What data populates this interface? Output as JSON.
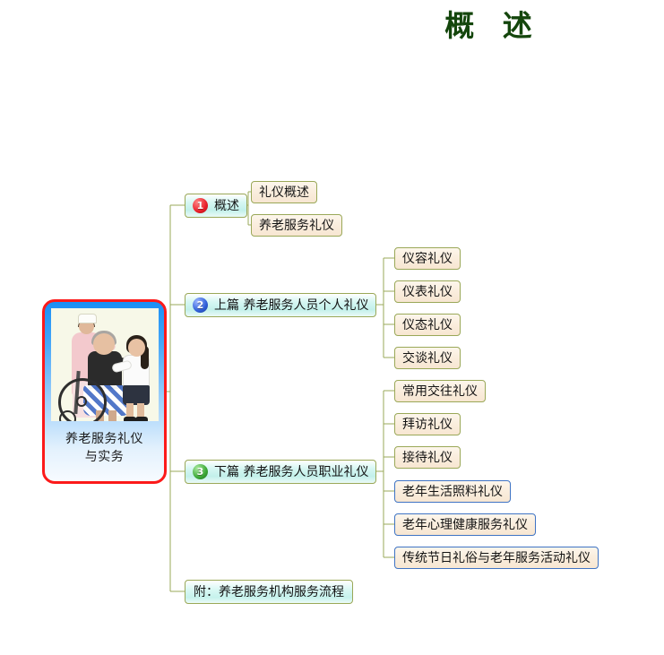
{
  "page": {
    "title": "概 述",
    "title_color": "#14460c",
    "background": "#ffffff"
  },
  "mindmap": {
    "central": {
      "label_line1": "养老服务礼仪",
      "label_line2": "与实务",
      "label": "养老服务礼仪与实务",
      "border_color": "#fc1a1a",
      "fill_top_color": "#1b8ff5",
      "fill_bottom_color": "#f7fbff",
      "image_alt": "养老护理照片：护士推轮椅上的老人与年轻护理员交流"
    },
    "branches": [
      {
        "badge": "1",
        "badge_color": "#e81f2a",
        "label": "概述",
        "children": [
          {
            "label": "礼仪概述",
            "border_color": "#9aa858"
          },
          {
            "label": "养老服务礼仪",
            "border_color": "#9aa858"
          }
        ]
      },
      {
        "badge": "2",
        "badge_color": "#2f5fd8",
        "label": "上篇 养老服务人员个人礼仪",
        "children": [
          {
            "label": "仪容礼仪",
            "border_color": "#9aa858"
          },
          {
            "label": "仪表礼仪",
            "border_color": "#9aa858"
          },
          {
            "label": "仪态礼仪",
            "border_color": "#9aa858"
          },
          {
            "label": "交谈礼仪",
            "border_color": "#9aa858"
          }
        ]
      },
      {
        "badge": "3",
        "badge_color": "#3ba836",
        "label": "下篇 养老服务人员职业礼仪",
        "children": [
          {
            "label": "常用交往礼仪",
            "border_color": "#9aa858"
          },
          {
            "label": "拜访礼仪",
            "border_color": "#9aa858"
          },
          {
            "label": "接待礼仪",
            "border_color": "#9aa858"
          },
          {
            "label": "老年生活照料礼仪",
            "border_color": "#3f74c4"
          },
          {
            "label": "老年心理健康服务礼仪",
            "border_color": "#3f74c4"
          },
          {
            "label": "传统节日礼俗与老年服务活动礼仪",
            "border_color": "#3f74c4"
          }
        ]
      }
    ],
    "appendix": {
      "label": "附：养老服务机构服务流程"
    },
    "connector_color": "#9aa858"
  }
}
